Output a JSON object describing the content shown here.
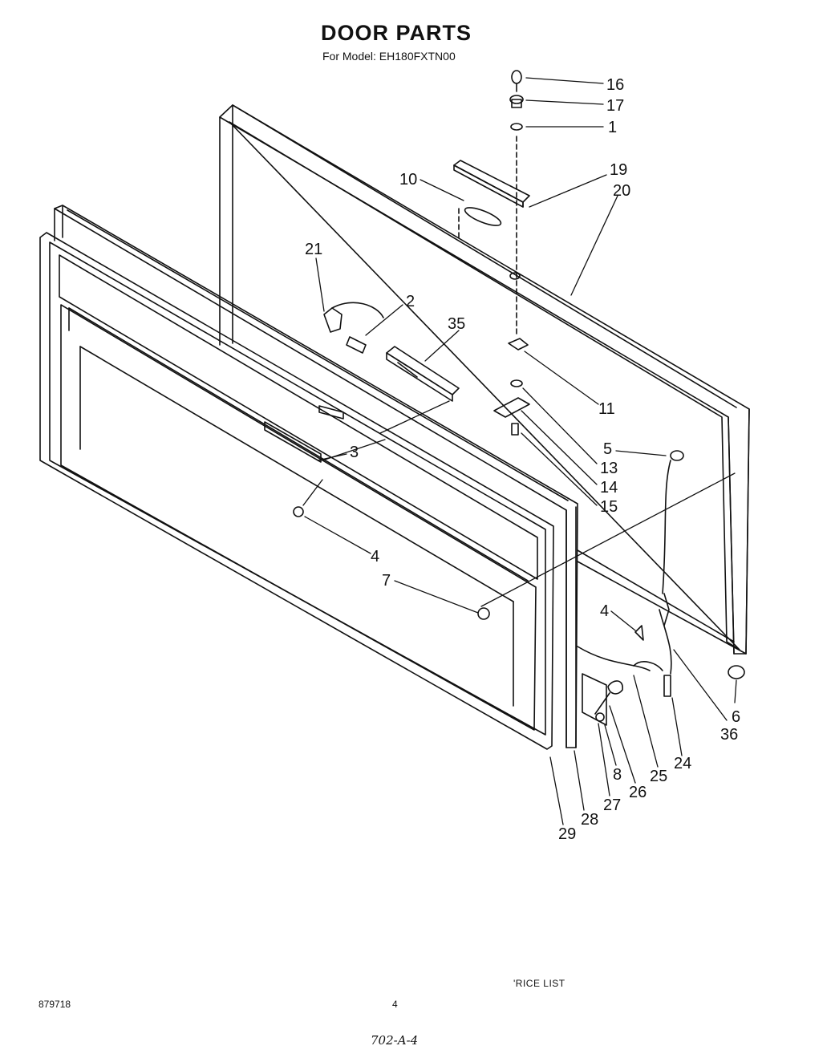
{
  "header": {
    "title": "DOOR PARTS",
    "subtitle": "For Model: EH180FXTN00"
  },
  "callouts": [
    "16",
    "17",
    "1",
    "19",
    "20",
    "10",
    "21",
    "2",
    "35",
    "11",
    "13",
    "14",
    "15",
    "5",
    "3",
    "4",
    "7",
    "4",
    "6",
    "36",
    "24",
    "25",
    "26",
    "8",
    "27",
    "28",
    "29"
  ],
  "footer": {
    "doc_number": "879718",
    "page_number": "4",
    "price_list": "'RICE LIST",
    "handwritten_note": "702-A-4"
  }
}
